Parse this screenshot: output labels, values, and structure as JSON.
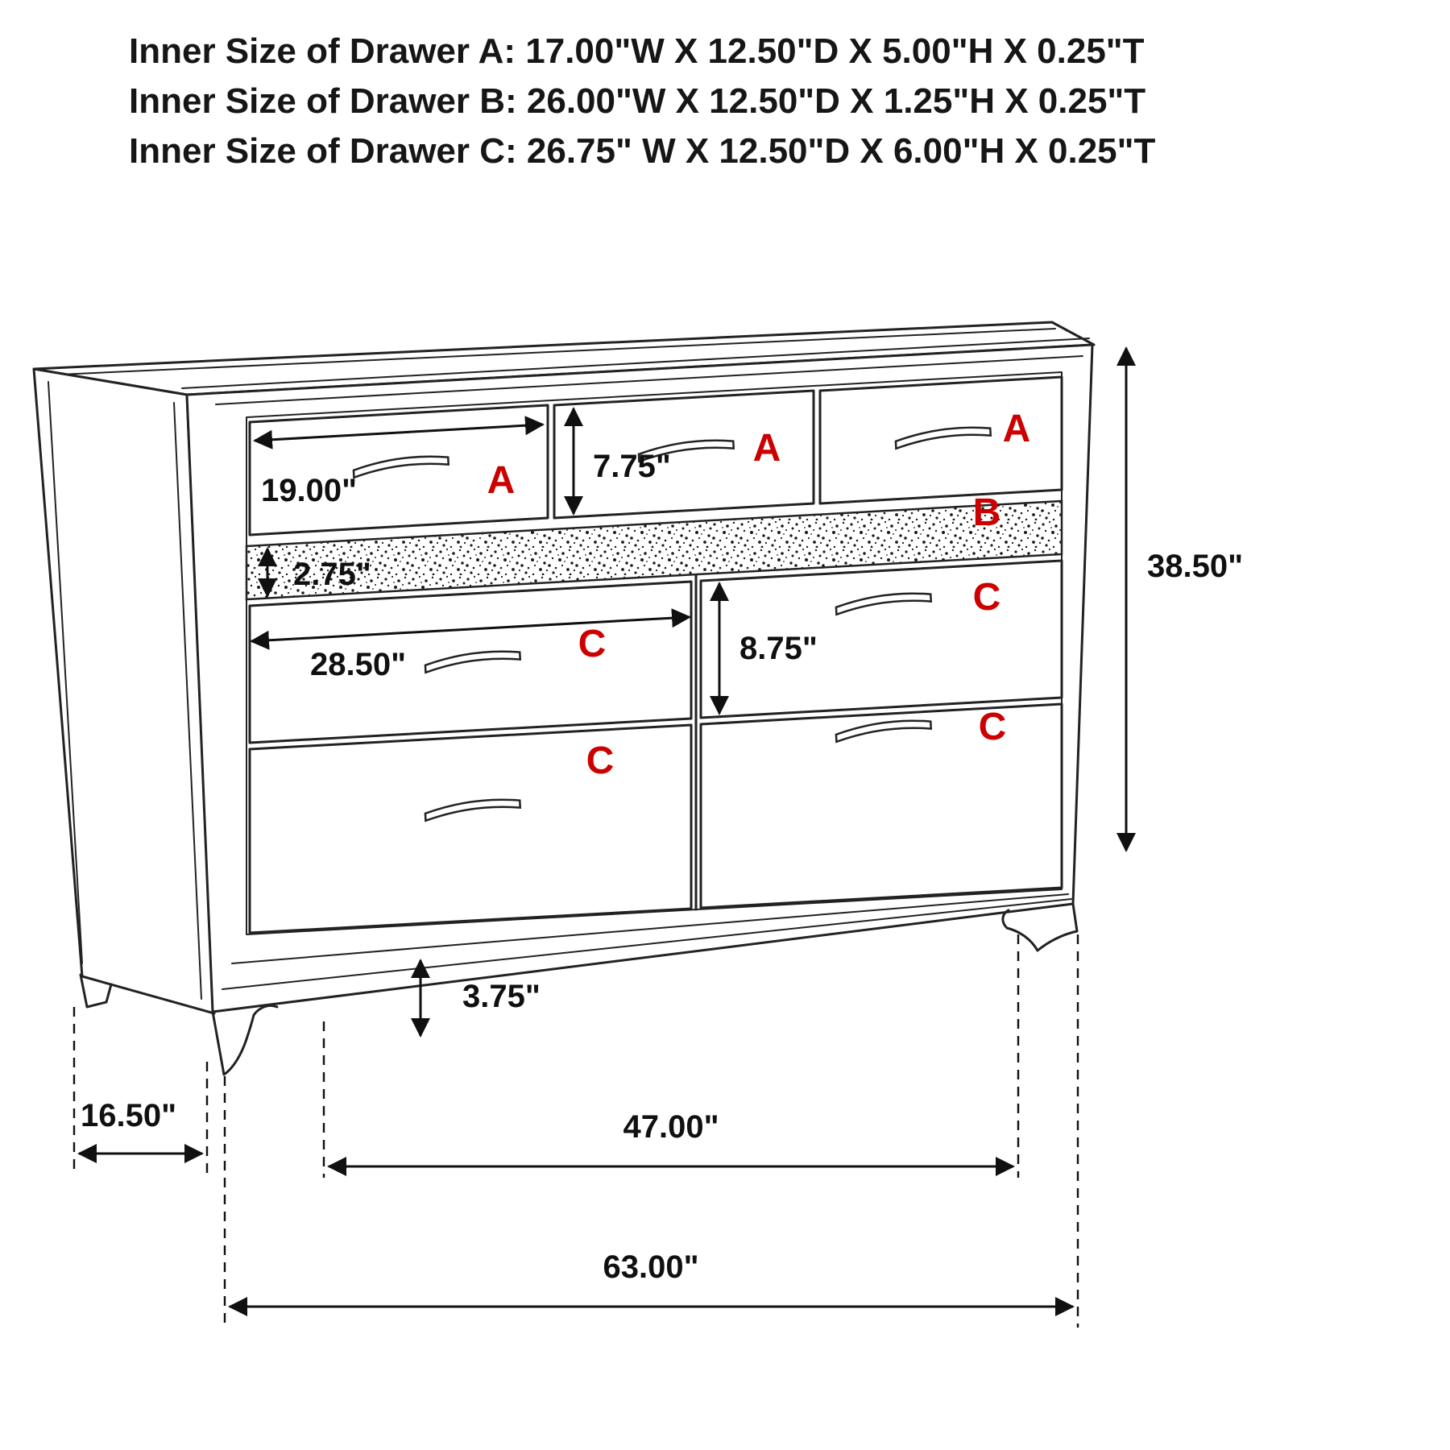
{
  "header": {
    "lines": [
      "Inner Size of Drawer A: 17.00\"W X 12.50\"D X 5.00\"H X 0.25\"T",
      "Inner Size of Drawer B: 26.00\"W X 12.50\"D X 1.25\"H X 0.25\"T",
      "Inner Size of Drawer C: 26.75\" W X 12.50\"D X 6.00\"H X 0.25\"T"
    ]
  },
  "drawer_labels": {
    "a_top_left": "A",
    "a_top_center": "A",
    "a_top_right": "A",
    "b_strip": "B",
    "c_mid_left": "C",
    "c_mid_right": "C",
    "c_bottom_left": "C",
    "c_bottom_right": "C"
  },
  "dimensions": {
    "drawer_a_width": "19.00\"",
    "drawer_a_front_height": "7.75\"",
    "strip_height": "2.75\"",
    "drawer_c_width": "28.50\"",
    "drawer_c_front_height": "8.75\"",
    "overall_height": "38.50\"",
    "foot_height": "3.75\"",
    "overall_depth": "16.50\"",
    "feet_span_width": "47.00\"",
    "overall_width": "63.00\""
  },
  "colors": {
    "label_red": "#cc0000",
    "line_black": "#1e1e1e"
  }
}
